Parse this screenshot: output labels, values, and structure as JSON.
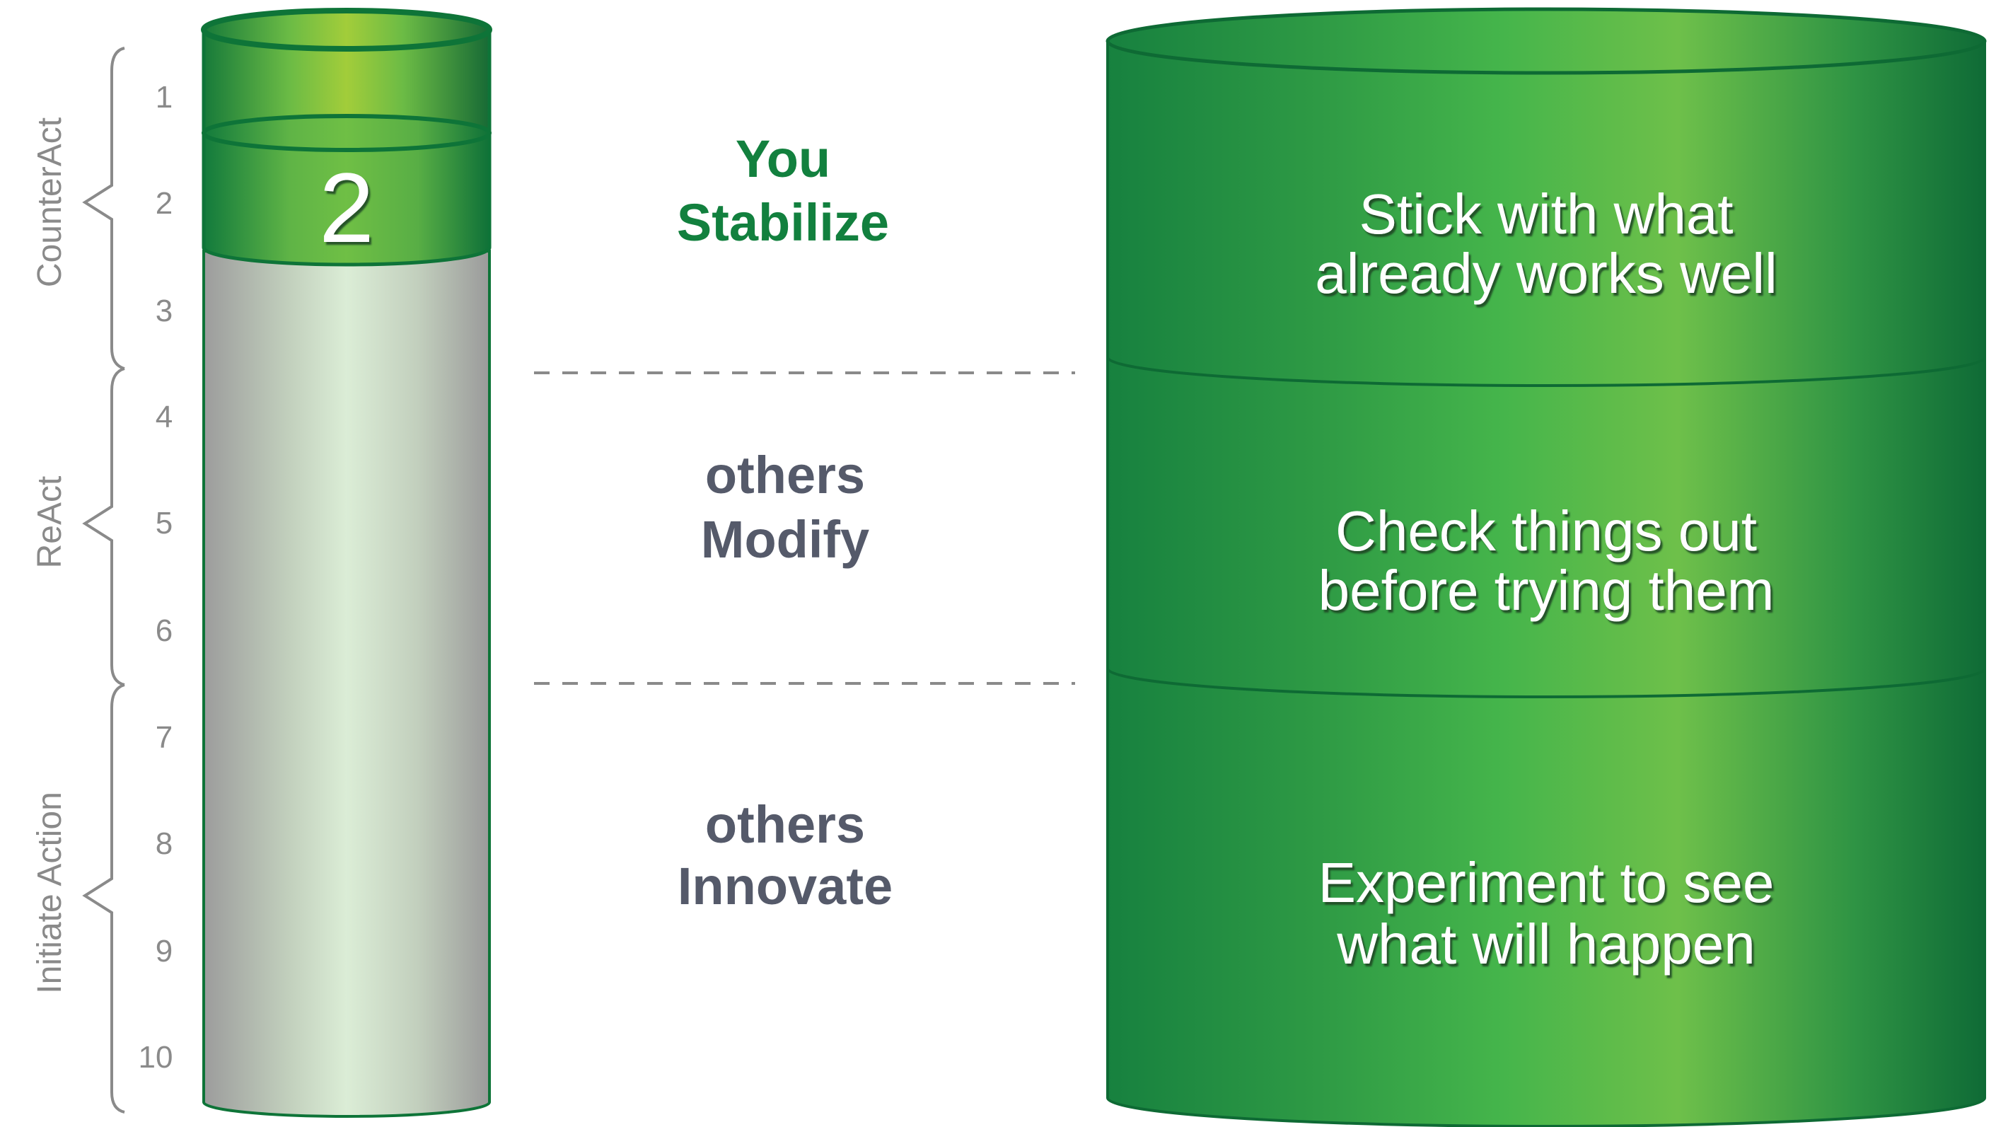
{
  "scale": {
    "numbers": [
      "1",
      "2",
      "3",
      "4",
      "5",
      "6",
      "7",
      "8",
      "9",
      "10"
    ],
    "groups": [
      "CounterAct",
      "ReAct",
      "Initiate Action"
    ]
  },
  "gauge": {
    "value": "2",
    "max": 10,
    "fill_level": 2
  },
  "middle": [
    {
      "line1": "You",
      "line2": "Stabilize"
    },
    {
      "line1": "others",
      "line2": "Modify"
    },
    {
      "line1": "others",
      "line2": "Innovate"
    }
  ],
  "right": [
    {
      "line1": "Stick with what",
      "line2": "already works well"
    },
    {
      "line1": "Check things out",
      "line2": "before trying them"
    },
    {
      "line1": "Experiment to see",
      "line2": "what will happen"
    }
  ],
  "colors": {
    "green_dark": "#0e7438",
    "green_light": "#9ccb3b",
    "text_green": "#12803e",
    "text_gray": "#555a6a"
  }
}
